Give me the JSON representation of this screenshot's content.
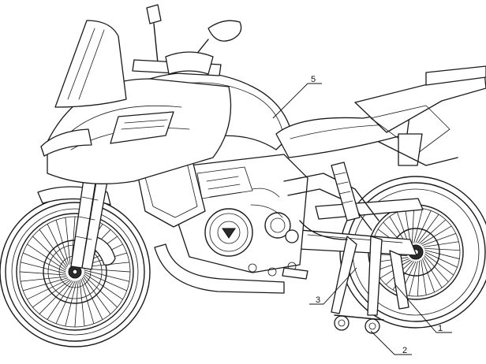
{
  "callouts": [
    {
      "id": "1",
      "label": "1"
    },
    {
      "id": "2",
      "label": "2"
    },
    {
      "id": "3",
      "label": "3"
    },
    {
      "id": "5",
      "label": "5"
    }
  ],
  "colors": {
    "line": "#1a1a1a",
    "background": "#ffffff"
  }
}
